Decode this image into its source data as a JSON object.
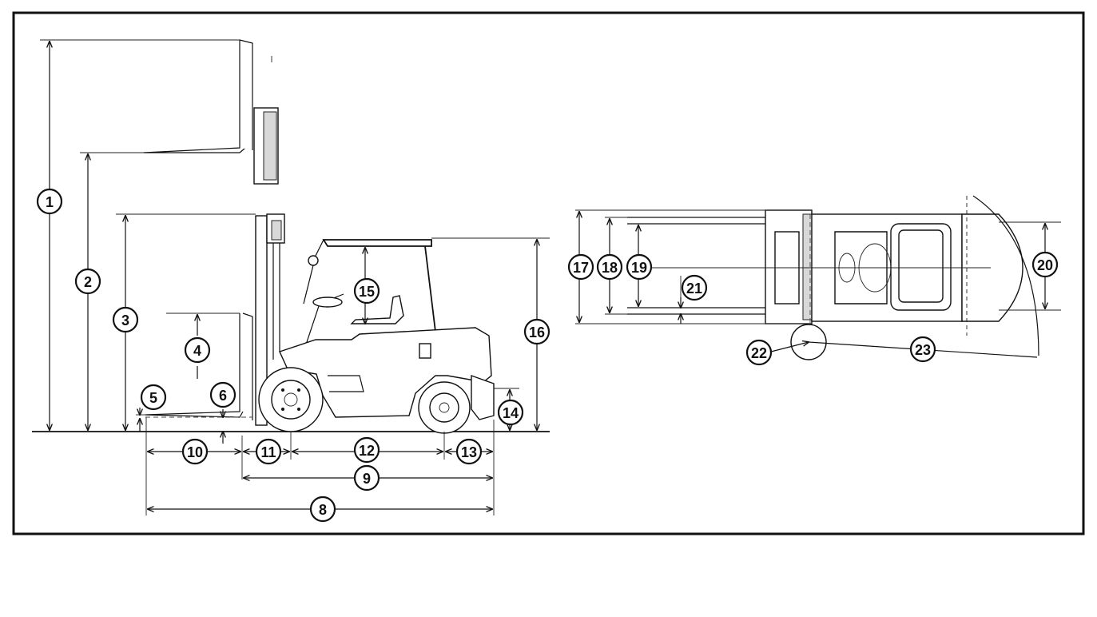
{
  "diagram": {
    "callouts": [
      "1",
      "2",
      "3",
      "4",
      "5",
      "6",
      "8",
      "9",
      "10",
      "11",
      "12",
      "13",
      "14",
      "15",
      "16",
      "17",
      "18",
      "19",
      "20",
      "21",
      "22",
      "23"
    ]
  }
}
